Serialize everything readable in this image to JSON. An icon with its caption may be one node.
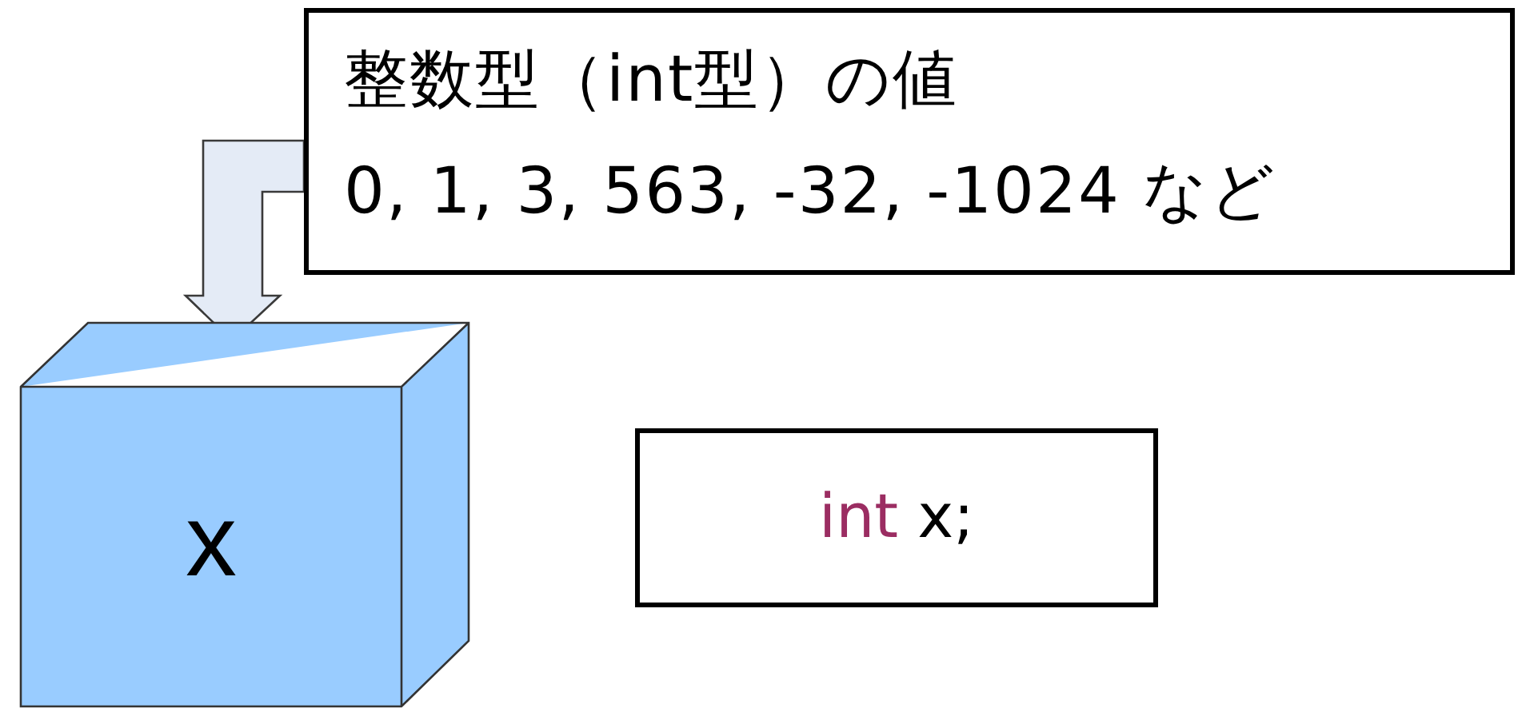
{
  "diagram": {
    "nodes": [
      {
        "text": [
          "整数型（int型）の値",
          "0, 1, 3, 563, -32, -1024 など"
        ]
      },
      {
        "text": [
          "x"
        ]
      },
      {
        "text": [
          "int x;"
        ]
      }
    ],
    "edges": [
      {
        "from": 0,
        "to": 1,
        "arrow": "to"
      }
    ]
  }
}
